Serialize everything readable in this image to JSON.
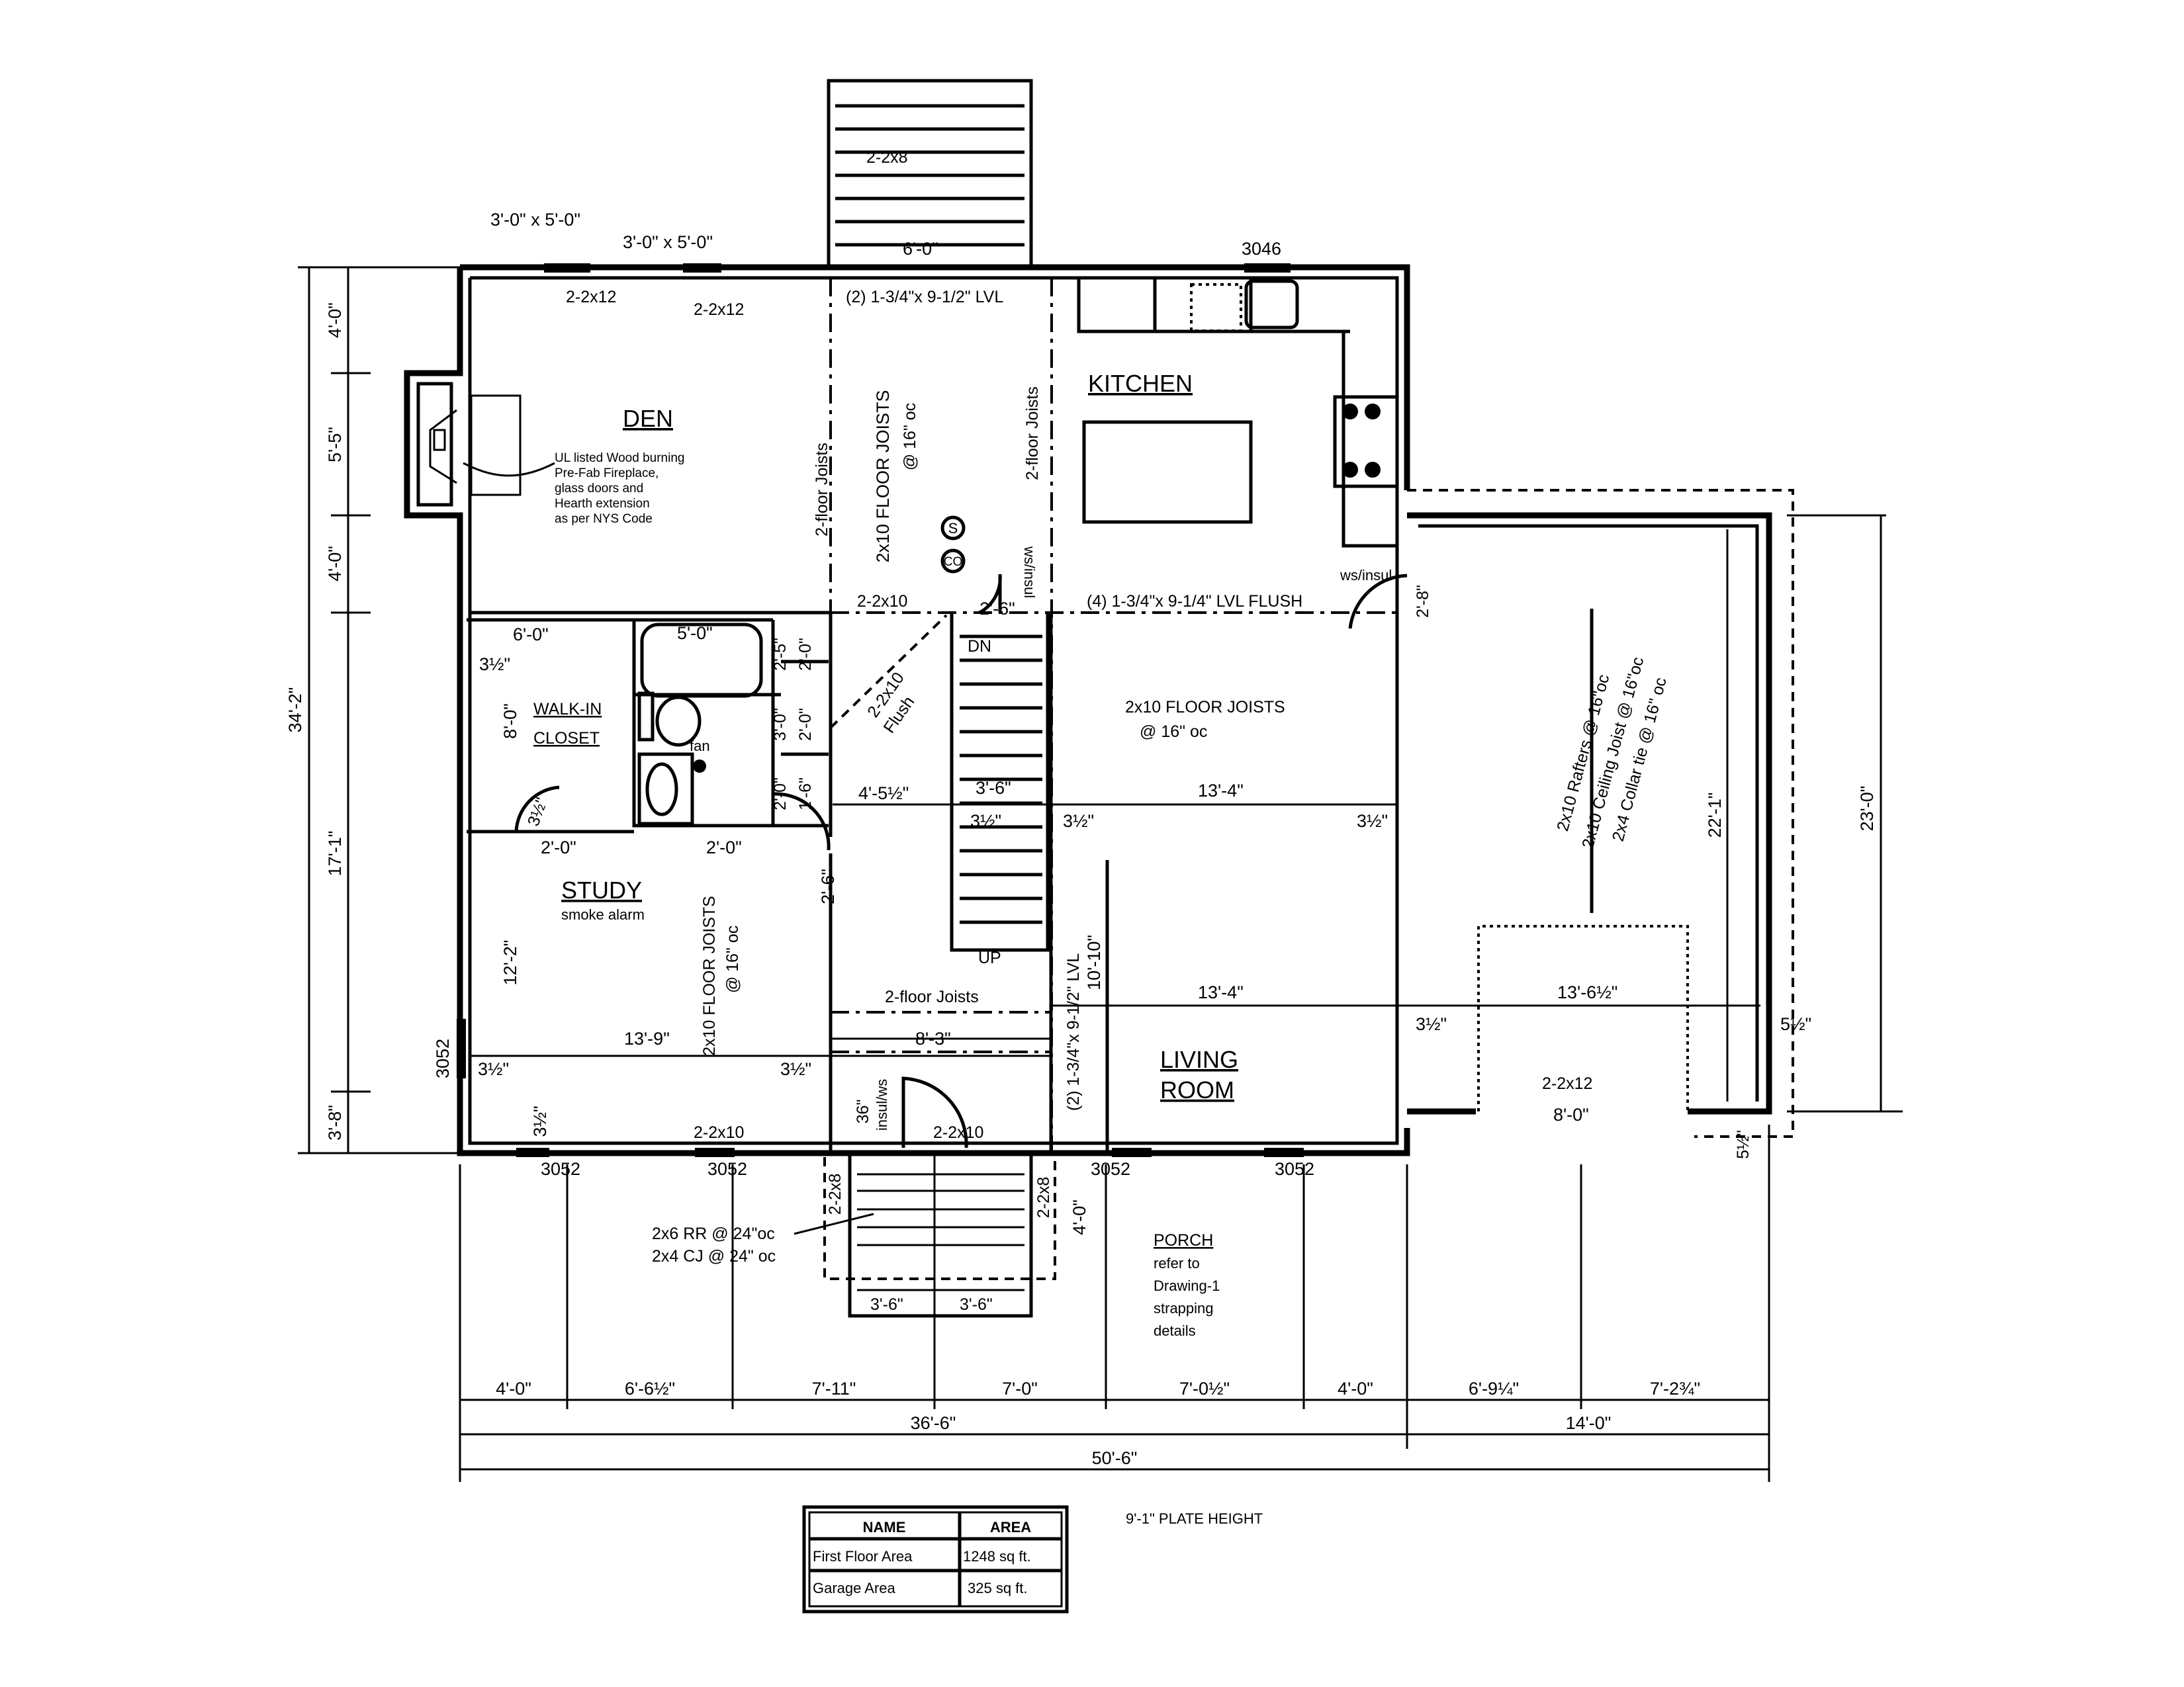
{
  "colors": {
    "ink": "#000000",
    "paper": "#ffffff"
  },
  "rooms": {
    "den": "DEN",
    "kitchen": "KITCHEN",
    "walkin1": "WALK-IN",
    "walkin2": "CLOSET",
    "study": "STUDY",
    "study_note": "smoke alarm",
    "living1": "LIVING",
    "living2": "ROOM",
    "porch": "PORCH"
  },
  "porch_note": [
    "refer to",
    "Drawing-1",
    "strapping",
    "details"
  ],
  "fireplace_note": [
    "UL listed Wood burning",
    "Pre-Fab Fireplace,",
    "glass doors and",
    "Hearth extension",
    "as per NYS Code"
  ],
  "windows": {
    "w1": "3'-0\" x 5'-0\"",
    "w2": "3'-0\" x 5'-0\"",
    "kitchen": "3046",
    "s1": "3052",
    "s2": "3052",
    "s3": "3052",
    "s4": "3052",
    "side": "3052"
  },
  "framing": {
    "top_stair": "2-2x8",
    "den_h1": "2-2x12",
    "den_h2": "2-2x12",
    "lvl_top": "(2) 1-3/4\"x 9-1/2\" LVL",
    "joists_a": "2-floor Joists",
    "joists_b": "2x10 FLOOR JOISTS",
    "joists_b_oc": "@ 16\" oc",
    "joists_c": "2-floor Joists",
    "h_2x10": "2-2x10",
    "lvl_flush": "(4) 1-3/4\"x 9-1/4\" LVL FLUSH",
    "flush1": "2-2x10",
    "flush2": "Flush",
    "joists_d": "2x10 FLOOR JOISTS",
    "joists_d_oc": "@ 16\" oc",
    "joists_e": "2x10 FLOOR JOISTS",
    "joists_e_oc": "@ 16\" oc",
    "joists_f": "2-floor Joists",
    "lvl_living": "(2) 1-3/4\"x 9-1/2\" LVL",
    "h_front1": "2-2x10",
    "h_front2": "2-2x10",
    "garage_h": "2-2x12",
    "stoop_l": "2-2x8",
    "stoop_r": "2-2x8",
    "rr": "2x6 RR @ 24\"oc",
    "cj": "2x4 CJ @ 24\" oc",
    "rafters": "2x10 Rafters @ 16\"oc",
    "ceiling": "2x10 Ceiling Joist @ 16\"oc",
    "collar": "2x4 Collar tie @ 16\" oc"
  },
  "symbols": {
    "smoke": "S",
    "co": "CO",
    "fan": "fan",
    "dn": "DN",
    "up": "UP"
  },
  "door_notes": {
    "ws1": "ws/insul",
    "ws2": "ws/insul",
    "front": "insul/ws",
    "front_w": "36\""
  },
  "dims": {
    "top_stair": "6'-0\"",
    "stair_door": "2'-6\"",
    "garage_door": "2'-8\"",
    "closet_w": "6'-0\"",
    "tub": "5'-0\"",
    "lin1a": "2'-5\"",
    "lin1b": "2'-0\"",
    "lin2a": "3'-0\"",
    "lin2b": "2'-0\"",
    "lin3a": "2'-0\"",
    "lin3b": "1'-6\"",
    "c_35a": "3½\"",
    "closet_h": "8'-0\"",
    "closet_door": "3½\"",
    "hall": "4'-5½\"",
    "stair_w": "3'-6\"",
    "living_w1": "13'-4\"",
    "s35a": "3½\"",
    "s35b": "3½\"",
    "s35c": "3½\"",
    "door_c": "2'-0\"",
    "door_b": "2'-0\"",
    "door_s": "2'-6\"",
    "study_h": "12'-2\"",
    "living_h": "10'-10\"",
    "living_w2": "13'-4\"",
    "garage_w": "13'-6½\"",
    "g35": "3½\"",
    "g55": "5½\"",
    "foyer": "8'-3\"",
    "study_w": "13'-9\"",
    "st35a": "3½\"",
    "st35b": "3½\"",
    "st35c": "3½\"",
    "porch_d": "4'-0\"",
    "step1": "3'-6\"",
    "step2": "3'-6\"",
    "g55b": "5½\"",
    "garage_in": "8'-0\"",
    "garage_d1": "22'-1\"",
    "garage_d2": "23'-0\"",
    "left": [
      "4'-0\"",
      "5'-5\"",
      "4'-0\"",
      "17'-1\"",
      "3'-8\""
    ],
    "left_total": "34'-2\"",
    "bottom": [
      "4'-0\"",
      "6'-6½\"",
      "7'-11\"",
      "7'-0\"",
      "7'-0½\"",
      "4'-0\"",
      "6'-9¼\"",
      "7'-2¾\""
    ],
    "house": "36'-6\"",
    "garage": "14'-0\"",
    "total": "50'-6\""
  },
  "plate_height": "9'-1\" PLATE HEIGHT",
  "area_table": {
    "headers": [
      "NAME",
      "AREA"
    ],
    "rows": [
      [
        "First Floor Area",
        "1248 sq ft."
      ],
      [
        "Garage Area",
        "325 sq ft."
      ]
    ]
  }
}
